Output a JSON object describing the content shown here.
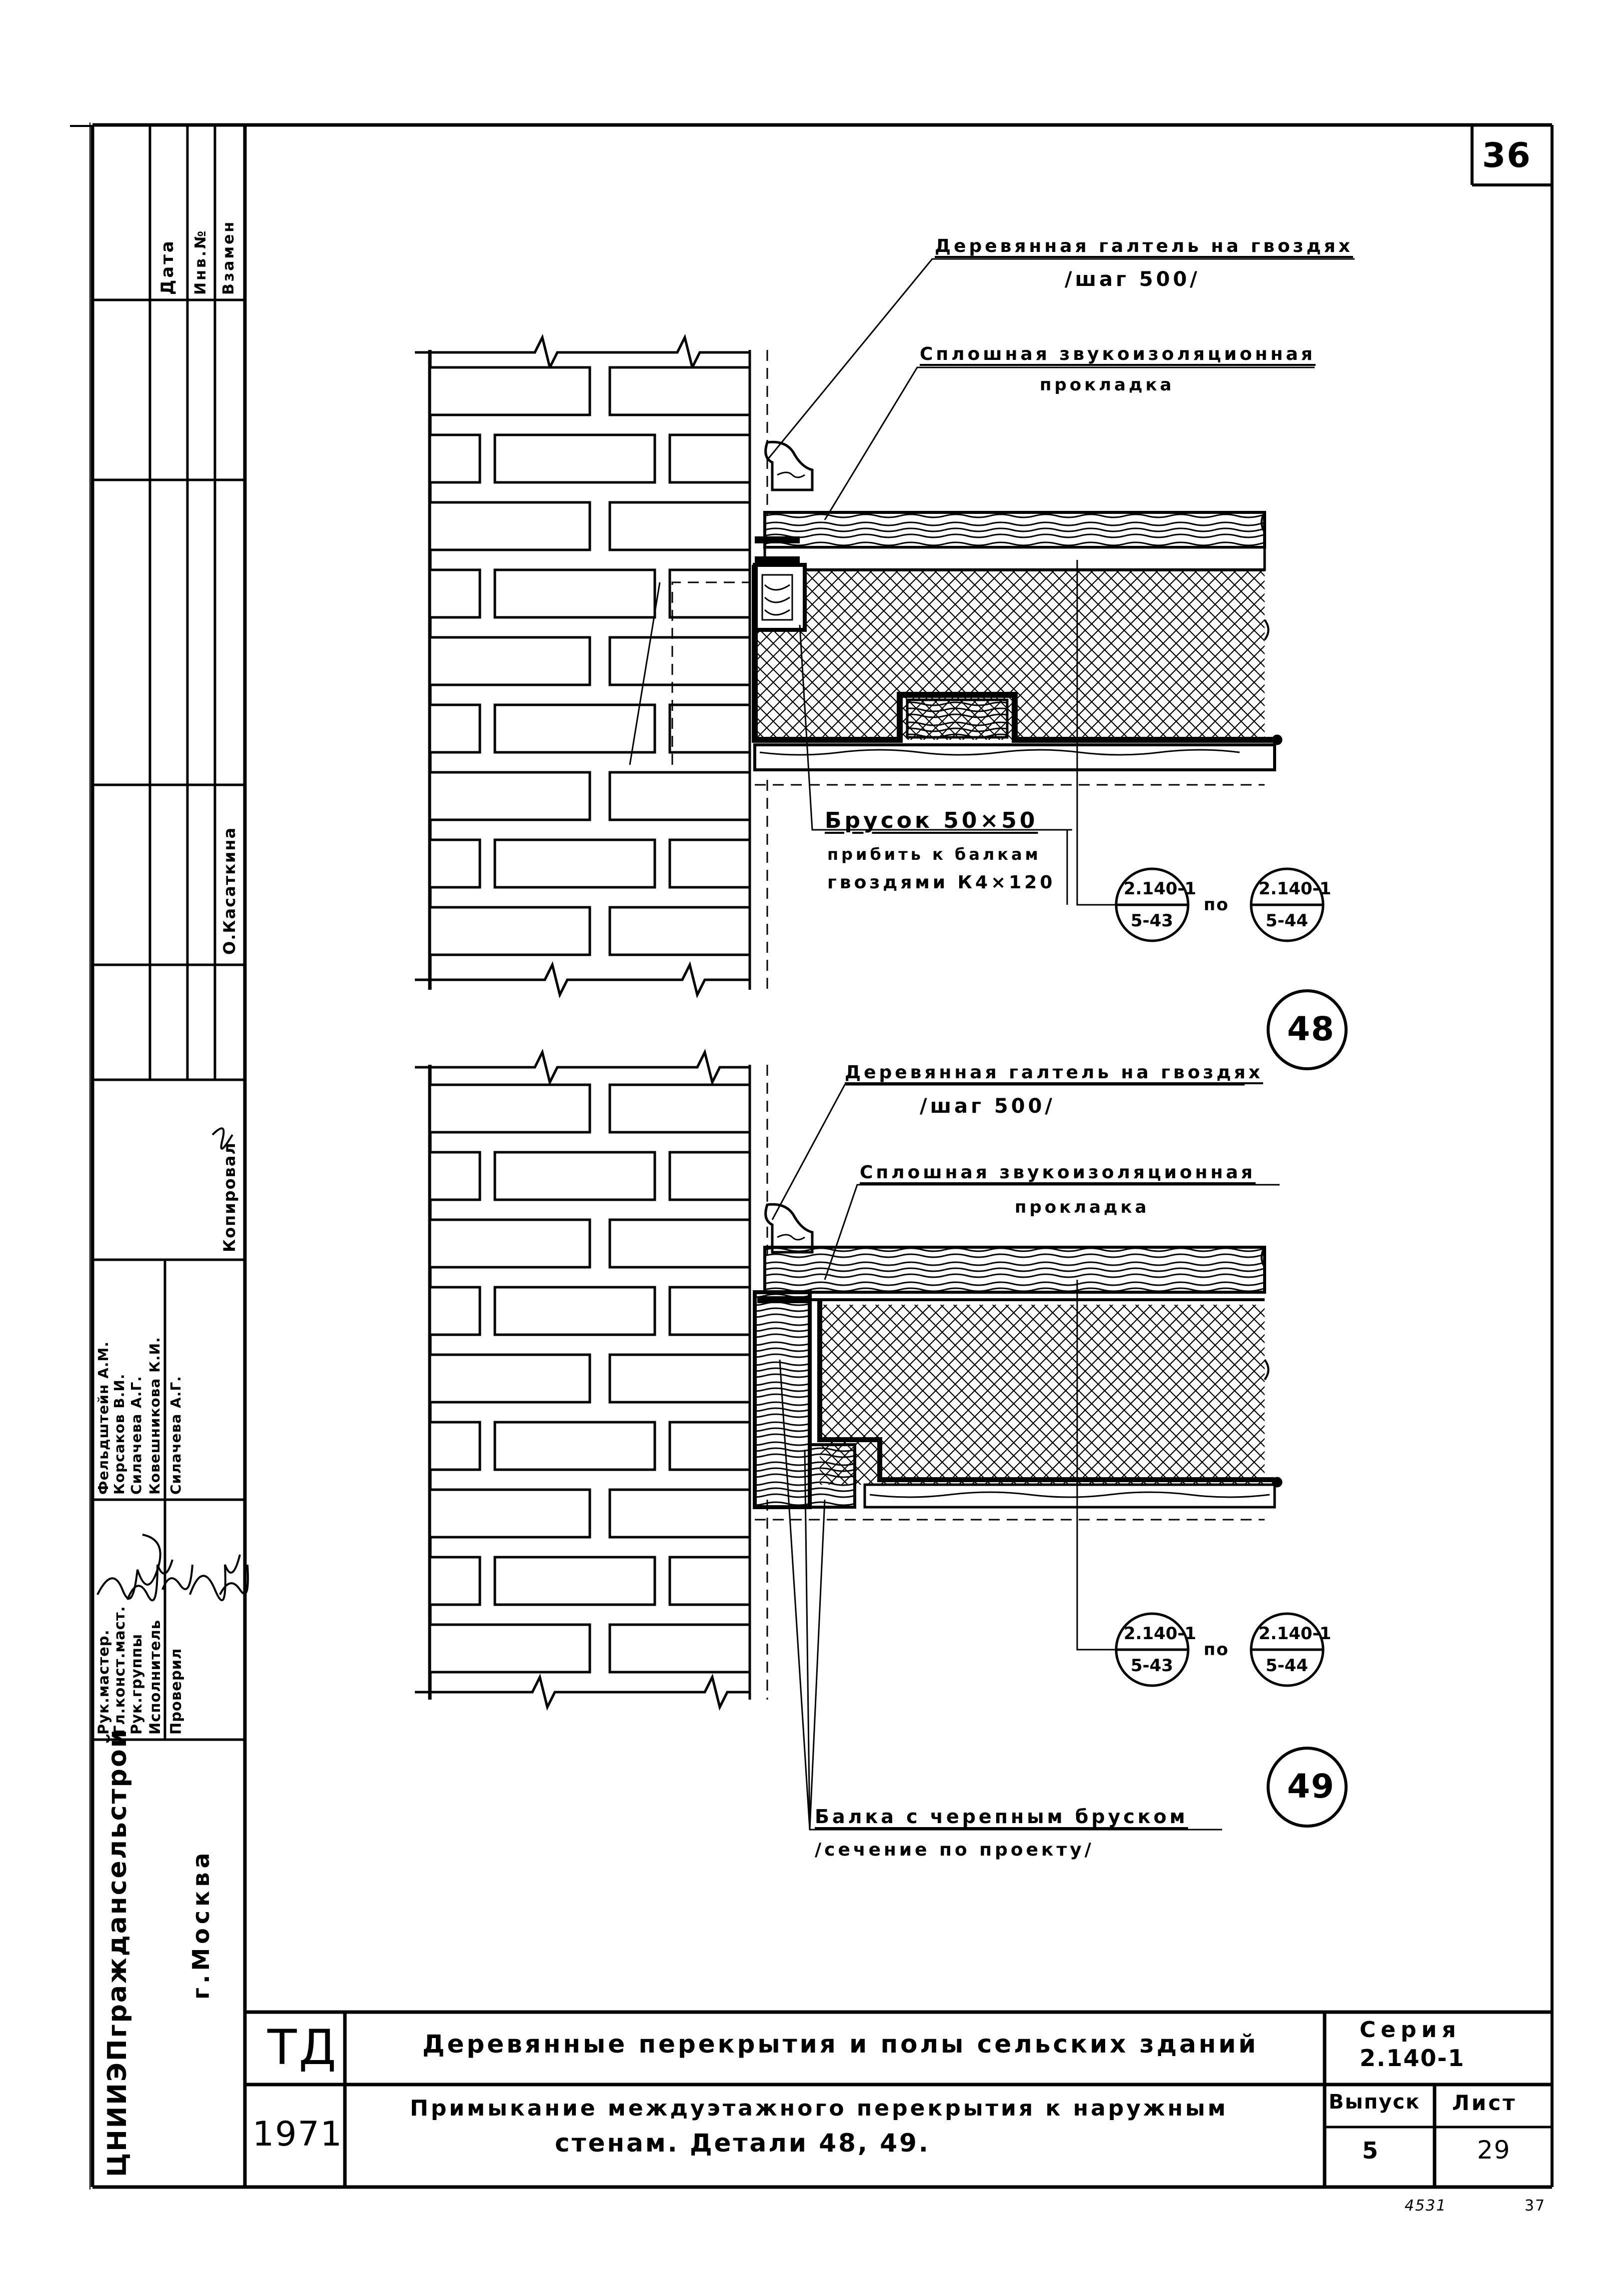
{
  "sheet": {
    "corner_number": "36",
    "stamp_partial": "4531",
    "stamp_partial_2": "37"
  },
  "side_columns": {
    "date": "Дата",
    "inv": "Инв.№",
    "replace": "Взамен"
  },
  "staff": [
    {
      "role": "Рук.мастер.",
      "name": "Фельдштейн А.М."
    },
    {
      "role": "Гл.конст.маст.",
      "name": "Корсаков В.И."
    },
    {
      "role": "Рук.группы",
      "name": "Силачева А.Г."
    },
    {
      "role": "Исполнитель",
      "name": "Ковешникова К.И."
    },
    {
      "role": "Проверил",
      "name": "Силачева А.Г."
    }
  ],
  "copy": {
    "label": "Копировал",
    "name": "О.Касаткина"
  },
  "org": {
    "name": "ЦНИИЭПграждансельстрой",
    "city": "г.Москва"
  },
  "detail48": {
    "label_gallet": "Деревянная галтель на гвоздях",
    "label_gallet_step": "/шаг 500/",
    "label_pad": "Сплошная звукоизоляционная",
    "label_pad2": "прокладка",
    "label_bar": "Брусок 50×50",
    "label_bar2": "прибить к балкам",
    "label_bar3": "гвоздями К4×120",
    "ref1_top": "2.140-1",
    "ref1_bottom": "5-43",
    "ref_between": "по",
    "ref2_top": "2.140-1",
    "ref2_bottom": "5-44",
    "number": "48"
  },
  "detail49": {
    "label_gallet": "Деревянная галтель на гвоздях",
    "label_gallet_step": "/шаг 500/",
    "label_pad": "Сплошная звукоизоляционная",
    "label_pad2": "прокладка",
    "ref1_top": "2.140-1",
    "ref1_bottom": "5-43",
    "ref_between": "по",
    "ref2_top": "2.140-1",
    "ref2_bottom": "5-44",
    "label_beam": "Балка с черепным бруском",
    "label_beam2": "/сечение по проекту/",
    "number": "49"
  },
  "title_block": {
    "code": "ТД",
    "year": "1971",
    "title": "Деревянные перекрытия и полы сельских зданий",
    "subtitle1": "Примыкание междуэтажного перекрытия к наружным",
    "subtitle2": "стенам. Детали 48, 49.",
    "series_label": "Серия",
    "series_value": "2.140-1",
    "issue_label": "Выпуск",
    "issue_value": "5",
    "sheet_label": "Лист",
    "sheet_value": "29"
  }
}
